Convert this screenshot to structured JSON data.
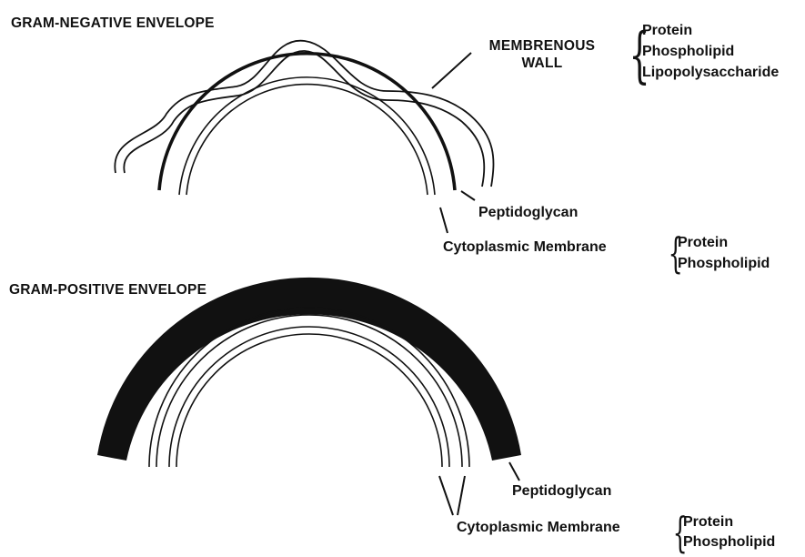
{
  "gram_negative": {
    "title": "GRAM-NEGATIVE ENVELOPE",
    "wall_label_line1": "MEMBRENOUS",
    "wall_label_line2": "WALL",
    "wall_components": [
      "Protein",
      "Phospholipid",
      "Lipopolysaccharide"
    ],
    "peptidoglycan_label": "Peptidoglycan",
    "membrane_label": "Cytoplasmic Membrane",
    "membrane_components": [
      "Protein",
      "Phospholipid"
    ]
  },
  "gram_positive": {
    "title": "GRAM-POSITIVE ENVELOPE",
    "peptidoglycan_label": "Peptidoglycan",
    "membrane_label": "Cytoplasmic Membrane",
    "membrane_components": [
      "Protein",
      "Phospholipid"
    ]
  },
  "colors": {
    "ink": "#111111",
    "background": "#ffffff"
  }
}
